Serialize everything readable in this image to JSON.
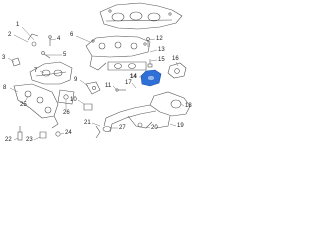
{
  "diagram": {
    "highlight_color": "#2f6fd8",
    "line_color": "#555555",
    "callouts": [
      {
        "id": "callout-1",
        "text": "1"
      },
      {
        "id": "callout-2",
        "text": "2"
      },
      {
        "id": "callout-3",
        "text": "3"
      },
      {
        "id": "callout-4",
        "text": "4"
      },
      {
        "id": "callout-5",
        "text": "5"
      },
      {
        "id": "callout-6",
        "text": "6"
      },
      {
        "id": "callout-7",
        "text": "7"
      },
      {
        "id": "callout-8",
        "text": "8"
      },
      {
        "id": "callout-9",
        "text": "9"
      },
      {
        "id": "callout-10",
        "text": "10"
      },
      {
        "id": "callout-11",
        "text": "11"
      },
      {
        "id": "callout-12",
        "text": "12"
      },
      {
        "id": "callout-13",
        "text": "13"
      },
      {
        "id": "callout-14",
        "text": "14",
        "highlighted": true
      },
      {
        "id": "callout-15",
        "text": "15"
      },
      {
        "id": "callout-16",
        "text": "16"
      },
      {
        "id": "callout-17",
        "text": "17"
      },
      {
        "id": "callout-18",
        "text": "18"
      },
      {
        "id": "callout-19",
        "text": "19"
      },
      {
        "id": "callout-20",
        "text": "20"
      },
      {
        "id": "callout-21",
        "text": "21"
      },
      {
        "id": "callout-22",
        "text": "22"
      },
      {
        "id": "callout-23",
        "text": "23"
      },
      {
        "id": "callout-24",
        "text": "24"
      },
      {
        "id": "callout-25",
        "text": "25"
      },
      {
        "id": "callout-26",
        "text": "26"
      },
      {
        "id": "callout-27",
        "text": "27"
      }
    ]
  }
}
